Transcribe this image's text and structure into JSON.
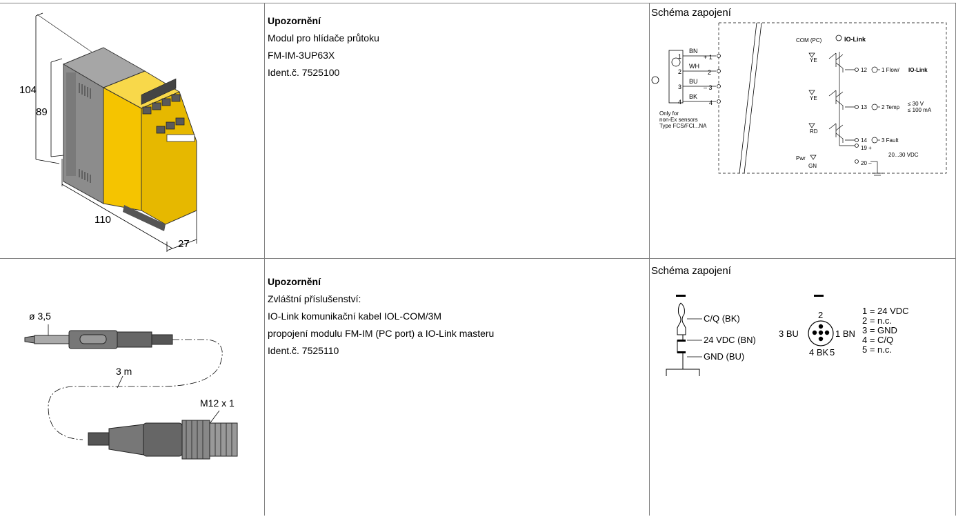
{
  "rows": [
    {
      "image": {
        "dimensions": {
          "height_total": "104",
          "height_body": "89",
          "length": "110",
          "width": "27"
        }
      },
      "notes": {
        "title": "Upozornění",
        "lines": [
          "Modul pro hlídače průtoku",
          "FM-IM-3UP63X",
          "Ident.č. 7525100"
        ]
      },
      "schema": {
        "title": "Schéma zapojení",
        "sensor": {
          "wires": [
            "BN",
            "WH",
            "BU",
            "BK"
          ],
          "pins": [
            "1",
            "2",
            "3",
            "4"
          ],
          "terminals": [
            "+ 1",
            "2",
            "– 3",
            "4"
          ],
          "note": [
            "Only for",
            "non-Ex sensors",
            "Type FCS/FCI...NA"
          ]
        },
        "com_label": "COM (PC)",
        "iolink": "IO-Link",
        "leds": [
          "YE",
          "YE",
          "RD",
          "GN"
        ],
        "pwr": "Pwr",
        "outputs": [
          {
            "terminal": "12",
            "label": "1 Flow/"
          },
          {
            "terminal": "13",
            "label": "2 Temp"
          },
          {
            "terminal": "14",
            "label": "3 Fault"
          }
        ],
        "limits": [
          "≤ 30 V",
          "≤ 100 mA"
        ],
        "power_terminals": [
          "19 +",
          "20 –"
        ],
        "supply": "20...30 VDC"
      }
    },
    {
      "image": {
        "diameter": "ø 3,5",
        "length": "3 m",
        "thread": "M12 x 1"
      },
      "notes": {
        "title": "Upozornění",
        "lines": [
          "Zvláštní příslušenství:",
          "IO-Link komunikační kabel IOL-COM/3M",
          "propojení modulu FM-IM (PC port) a IO-Link masteru",
          "Ident.č. 7525110"
        ]
      },
      "schema": {
        "title": "Schéma zapojení",
        "jack": [
          "C/Q (BK)",
          "24 VDC (BN)",
          "GND (BU)"
        ],
        "m12": {
          "top": "2",
          "left": "3 BU",
          "right": "1 BN",
          "bottom_left": "4 BK",
          "bottom_right": "5"
        },
        "pinout": [
          "1 = 24 VDC",
          "2 = n.c.",
          "3 = GND",
          "4 = C/Q",
          "5 = n.c."
        ]
      }
    }
  ],
  "colors": {
    "yellow": "#f5c400",
    "gray": "#8c8c8c",
    "dark": "#505050"
  }
}
